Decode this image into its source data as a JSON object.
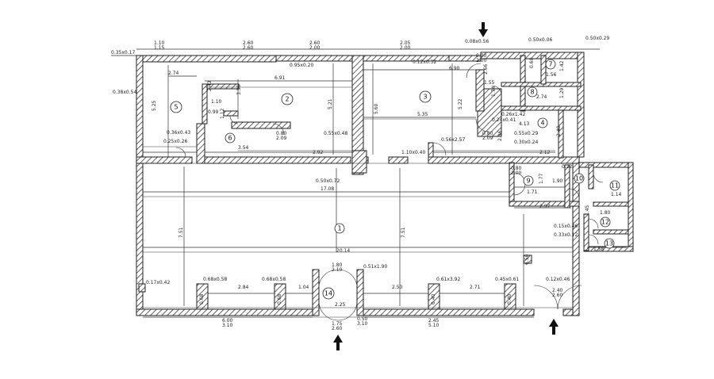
{
  "rooms": [
    "1",
    "2",
    "3",
    "4",
    "5",
    "6",
    "7",
    "8",
    "9",
    "10",
    "11",
    "12",
    "13",
    "14"
  ],
  "dimensions": {
    "top_1": "1.10",
    "top_1b": "1.15",
    "top_2": "2.60",
    "top_2b": "2.60",
    "top_3": "2.60",
    "top_3b": "2.00",
    "top_4": "2.05",
    "top_4b": "2.00",
    "col_a": "0.35x0.17",
    "col_b": "0.08x0.56",
    "col_c": "0.50x0.06",
    "col_d": "0.50x0.29",
    "col_e": "0.95x0.20",
    "col_f": "0.12x0.32",
    "d_690": "6.90",
    "d_274a": "2.74",
    "d_691": "6.91",
    "d_038": "0.38x0.54",
    "d_525": "5.25",
    "d_243": "2.43",
    "d_355": "3.55",
    "d_521": "5.21",
    "d_560": "5.60",
    "d_522": "5.22",
    "d_110": "1.10",
    "d_099": "0.99",
    "d_112": "1.12",
    "d_535": "5.35",
    "d_026": "0.26x1.42",
    "d_024": "0.24x0.41",
    "d_413": "4.13",
    "d_274b": "2.74",
    "d_155": "1.55",
    "d_174": "1.74",
    "d_129": "1.29",
    "d_156": "1.56",
    "d_142": "1.42",
    "d_060": "0.60",
    "d_090": "0.90",
    "d_200": "2.00",
    "d_266": "2.66",
    "d_080": "0.80",
    "d_209": "2.09",
    "d_036": "0.36x0.43",
    "d_025": "0.25x0.26",
    "d_354": "3.54",
    "d_292": "2.92",
    "d_055": "0.55x0.48",
    "d_110b": "1.10x0.40",
    "d_056": "0.56x2.57",
    "d_055b": "0.55x0.29",
    "d_030": "0.30x0.24",
    "d_248": "2.48",
    "d_212": "2.12",
    "d_236": "2.36",
    "d_050": "0.50x0.72",
    "d_1708": "17.08",
    "d_080b": "0.80",
    "d_177": "1.77",
    "d_171": "1.71",
    "d_022": "0.22",
    "d_190": "1.90",
    "d_297": "2.97",
    "d_114": "1.14",
    "d_145": "1.45",
    "d_180": "1.80",
    "d_015": "0.15x0.46",
    "d_033": "0.33x0.12",
    "d_158": "1.58",
    "d_2014": "20.14",
    "d_751a": "7.51",
    "d_751b": "7.51",
    "d_650": "6.50",
    "d_017": "0.17x0.42",
    "d_068a": "0.68x0.58",
    "d_068b": "0.68x0.58",
    "d_284": "2.84",
    "d_104": "1.04",
    "d_180b": "1.80",
    "d_210": "2.10",
    "d_051": "0.51x1.90",
    "d_250": "2.50",
    "d_061": "0.61x3.92",
    "d_271": "2.71",
    "d_045": "0.45x0.61",
    "d_012": "0.12x0.46",
    "d_240": "2.40",
    "d_260": "2.60",
    "d_225": "2.25",
    "d_050b": "0.50",
    "d_310": "3.10",
    "d_600": "6.00",
    "d_310b": "3.10",
    "d_245": "2.45",
    "d_510": "5.10",
    "d_175": "1.75",
    "d_260b": "2.60",
    "d_068c": "0.68",
    "d_068d": "0.68",
    "d_040": "0.40",
    "d_040b": "0.40"
  }
}
